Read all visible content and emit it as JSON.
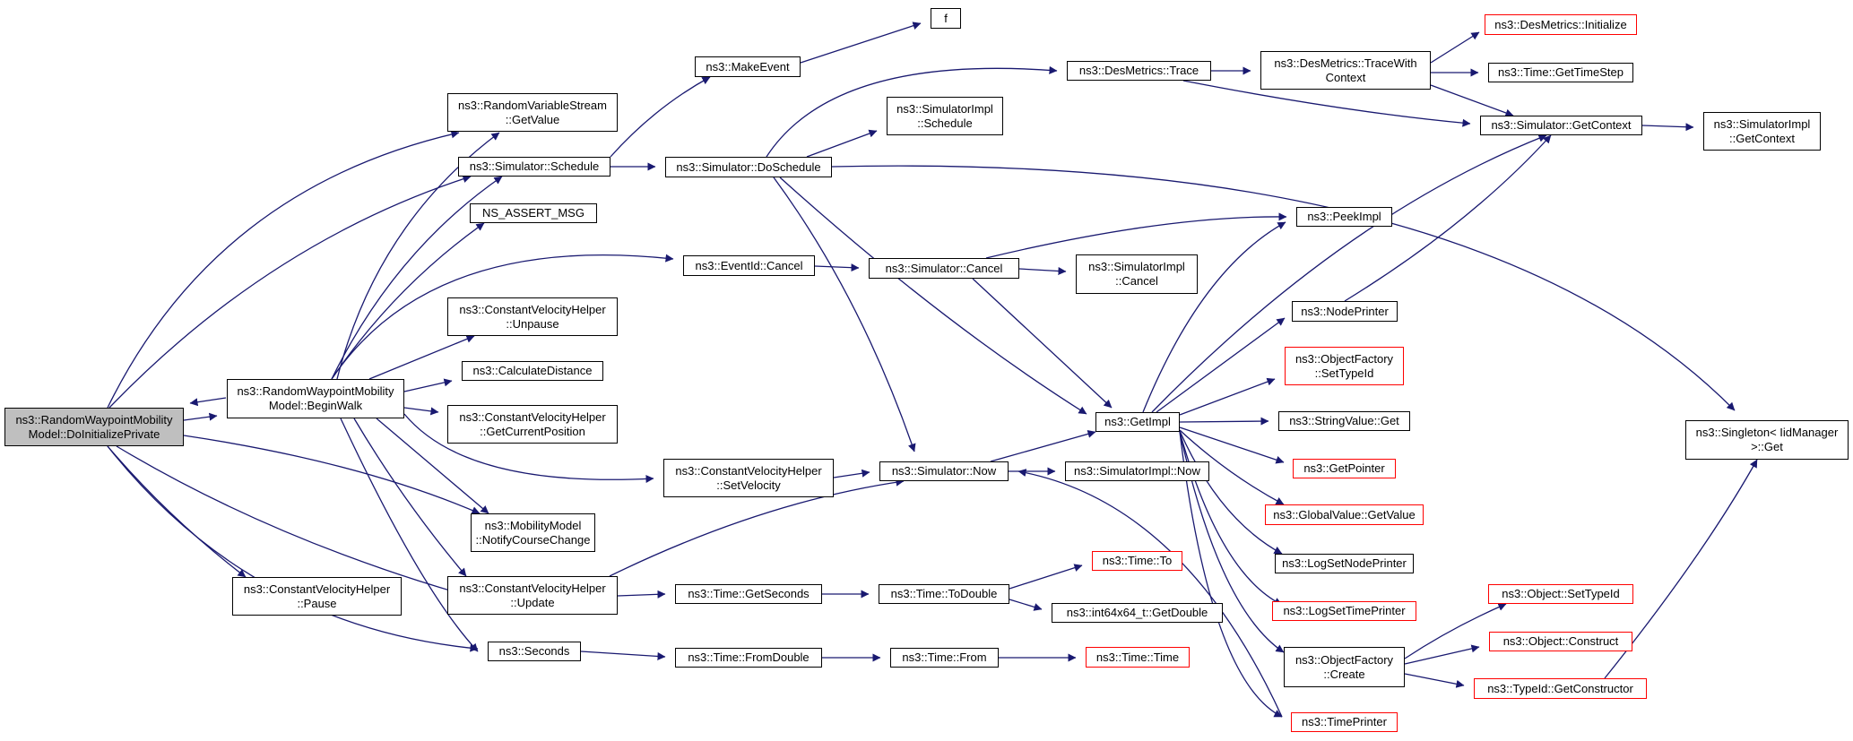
{
  "colors": {
    "edge": "#191970",
    "border": "#000000",
    "truncated_border": "#ff0000",
    "root_fill": "#bfbfbf"
  },
  "nodes": [
    {
      "id": "root",
      "label": "ns3::RandomWaypointMobility\nModel::DoInitializePrivate",
      "style": "root"
    },
    {
      "id": "beginwalk",
      "label": "ns3::RandomWaypointMobility\nModel::BeginWalk"
    },
    {
      "id": "cvh_pause",
      "label": "ns3::ConstantVelocityHelper\n::Pause"
    },
    {
      "id": "rvs_getvalue",
      "label": "ns3::RandomVariableStream\n::GetValue"
    },
    {
      "id": "sim_schedule",
      "label": "ns3::Simulator::Schedule"
    },
    {
      "id": "ns_assert",
      "label": "NS_ASSERT_MSG"
    },
    {
      "id": "cvh_unpause",
      "label": "ns3::ConstantVelocityHelper\n::Unpause"
    },
    {
      "id": "calcdist",
      "label": "ns3::CalculateDistance"
    },
    {
      "id": "cvh_getpos",
      "label": "ns3::ConstantVelocityHelper\n::GetCurrentPosition"
    },
    {
      "id": "mm_notify",
      "label": "ns3::MobilityModel\n::NotifyCourseChange"
    },
    {
      "id": "cvh_update",
      "label": "ns3::ConstantVelocityHelper\n::Update"
    },
    {
      "id": "seconds",
      "label": "ns3::Seconds"
    },
    {
      "id": "makeevent",
      "label": "ns3::MakeEvent"
    },
    {
      "id": "f",
      "label": "f"
    },
    {
      "id": "doschedule",
      "label": "ns3::Simulator::DoSchedule"
    },
    {
      "id": "eventid_cancel",
      "label": "ns3::EventId::Cancel"
    },
    {
      "id": "cvh_setvel",
      "label": "ns3::ConstantVelocityHelper\n::SetVelocity"
    },
    {
      "id": "time_getseconds",
      "label": "ns3::Time::GetSeconds"
    },
    {
      "id": "time_fromdouble",
      "label": "ns3::Time::FromDouble"
    },
    {
      "id": "desm_trace",
      "label": "ns3::DesMetrics::Trace"
    },
    {
      "id": "simimpl_schedule",
      "label": "ns3::SimulatorImpl\n::Schedule"
    },
    {
      "id": "sim_cancel",
      "label": "ns3::Simulator::Cancel"
    },
    {
      "id": "sim_now",
      "label": "ns3::Simulator::Now"
    },
    {
      "id": "time_todouble",
      "label": "ns3::Time::ToDouble"
    },
    {
      "id": "time_from",
      "label": "ns3::Time::From"
    },
    {
      "id": "simimpl_cancel",
      "label": "ns3::SimulatorImpl\n::Cancel"
    },
    {
      "id": "getimpl",
      "label": "ns3::GetImpl"
    },
    {
      "id": "simimpl_now",
      "label": "ns3::SimulatorImpl::Now"
    },
    {
      "id": "time_to",
      "label": "ns3::Time::To",
      "style": "red"
    },
    {
      "id": "int64x64",
      "label": "ns3::int64x64_t::GetDouble"
    },
    {
      "id": "time_time",
      "label": "ns3::Time::Time",
      "style": "red"
    },
    {
      "id": "desm_tracectx",
      "label": "ns3::DesMetrics::TraceWith\nContext"
    },
    {
      "id": "peekimpl",
      "label": "ns3::PeekImpl"
    },
    {
      "id": "nodeprinter",
      "label": "ns3::NodePrinter"
    },
    {
      "id": "of_settypeid",
      "label": "ns3::ObjectFactory\n::SetTypeId",
      "style": "red"
    },
    {
      "id": "stringvalue_get",
      "label": "ns3::StringValue::Get"
    },
    {
      "id": "getpointer",
      "label": "ns3::GetPointer",
      "style": "red"
    },
    {
      "id": "globalvalue_get",
      "label": "ns3::GlobalValue::GetValue",
      "style": "red"
    },
    {
      "id": "logsetnode",
      "label": "ns3::LogSetNodePrinter"
    },
    {
      "id": "logsettime",
      "label": "ns3::LogSetTimePrinter",
      "style": "red"
    },
    {
      "id": "of_create",
      "label": "ns3::ObjectFactory\n::Create"
    },
    {
      "id": "timeprinter",
      "label": "ns3::TimePrinter",
      "style": "red"
    },
    {
      "id": "desm_init",
      "label": "ns3::DesMetrics::Initialize",
      "style": "red"
    },
    {
      "id": "time_gettimestep",
      "label": "ns3::Time::GetTimeStep"
    },
    {
      "id": "sim_getcontext",
      "label": "ns3::Simulator::GetContext"
    },
    {
      "id": "obj_settypeid",
      "label": "ns3::Object::SetTypeId",
      "style": "red"
    },
    {
      "id": "obj_construct",
      "label": "ns3::Object::Construct",
      "style": "red"
    },
    {
      "id": "typeid_getctor",
      "label": "ns3::TypeId::GetConstructor",
      "style": "red"
    },
    {
      "id": "simimpl_getcontext",
      "label": "ns3::SimulatorImpl\n::GetContext"
    },
    {
      "id": "singleton_get",
      "label": "ns3::Singleton< IidManager\n>::Get"
    }
  ]
}
